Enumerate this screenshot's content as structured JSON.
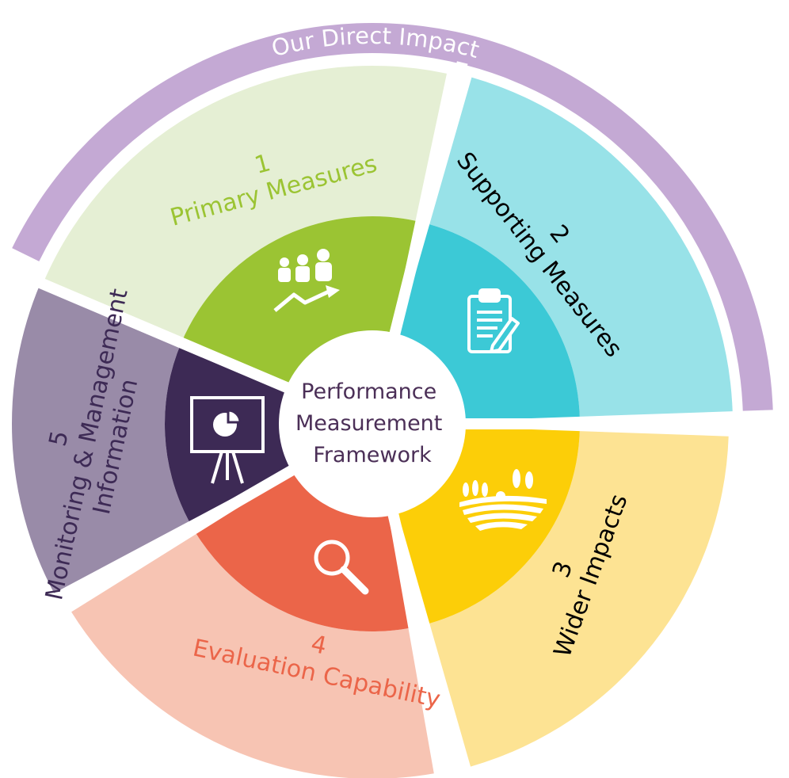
{
  "arc_label": "Our Direct Impact",
  "center": {
    "lines": [
      "Performance",
      "Measurement",
      "Framework"
    ],
    "text_color": "#4b2f57"
  },
  "segments": [
    {
      "number": "1",
      "label": "Primary Measures",
      "icon": "people-growth-icon",
      "outer_color": "#e5efd4",
      "inner_color": "#9bc433",
      "text_color": "#9bc433"
    },
    {
      "number": "2",
      "label": "Supporting Measures",
      "icon": "clipboard-pen-icon",
      "outer_color": "#98e2e8",
      "inner_color": "#3cc9d6",
      "text_color": "#000000"
    },
    {
      "number": "3",
      "label": "Wider Impacts",
      "icon": "farm-fields-icon",
      "outer_color": "#fde393",
      "inner_color": "#fcce08",
      "text_color": "#000000"
    },
    {
      "number": "4",
      "label": "Evaluation Capability",
      "icon": "magnifier-icon",
      "outer_color": "#f7c4b3",
      "inner_color": "#eb6549",
      "text_color": "#eb6549"
    },
    {
      "number": "5",
      "label": "Monitoring & Management Information",
      "label_lines": [
        "Monitoring & Management",
        "Information"
      ],
      "icon": "presentation-chart-icon",
      "outer_color": "#998ba8",
      "inner_color": "#3d2a55",
      "text_color": "#3d2a55"
    }
  ],
  "colors": {
    "arc": "#c4a9d4",
    "arc_text": "#ffffff"
  }
}
